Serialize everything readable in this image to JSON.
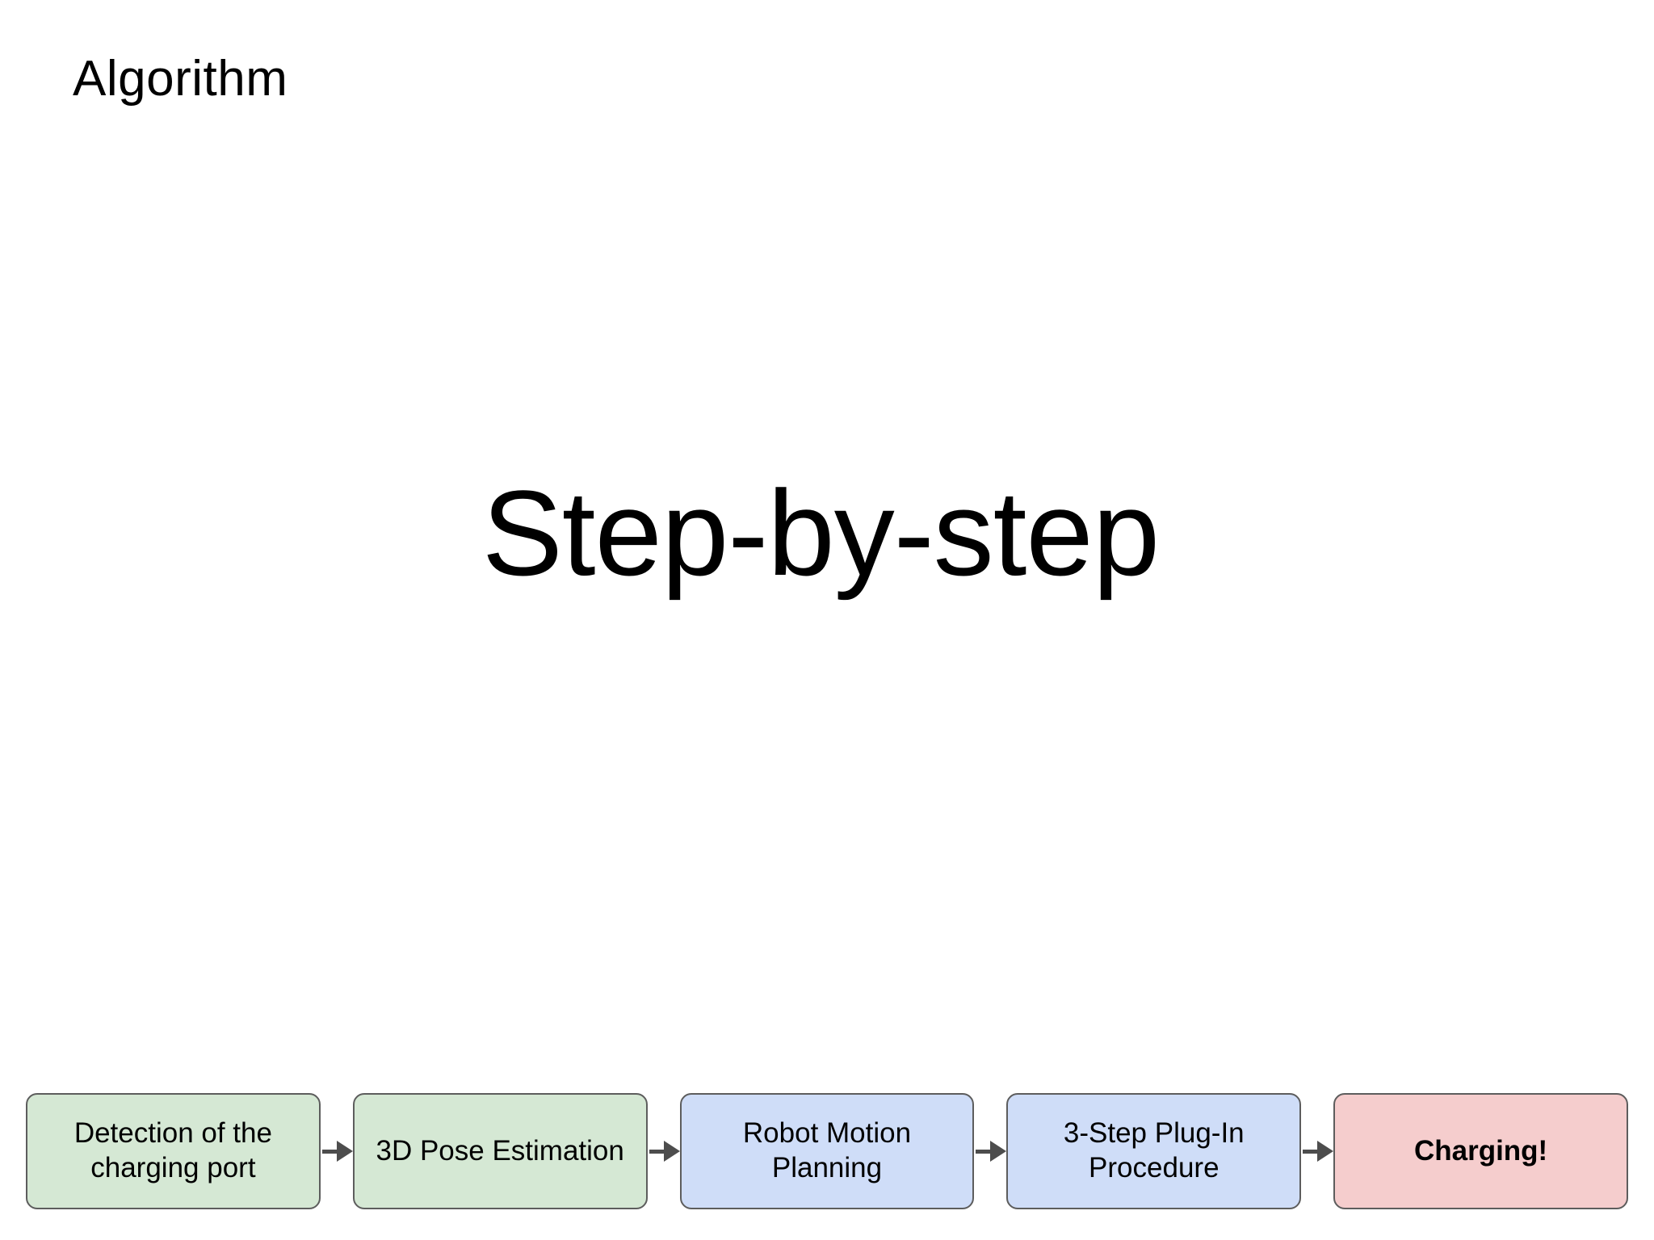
{
  "slide": {
    "title": "Algorithm",
    "heading": "Step-by-step",
    "background_color": "#ffffff",
    "text_color": "#000000"
  },
  "pipeline": {
    "arrow_color": "#4d4d4d",
    "border_color": "#5d5d5d",
    "steps": [
      {
        "label": "Detection of the charging port",
        "fill": "#d5e8d4",
        "style": "fill-green",
        "emphasis": false
      },
      {
        "label": "3D Pose Estimation",
        "fill": "#d5e8d4",
        "style": "fill-green",
        "emphasis": false
      },
      {
        "label": "Robot Motion Planning",
        "fill": "#cfddf8",
        "style": "fill-blue",
        "emphasis": false
      },
      {
        "label": "3-Step Plug-In Procedure",
        "fill": "#cfddf8",
        "style": "fill-blue",
        "emphasis": false
      },
      {
        "label": "Charging!",
        "fill": "#f5cdcd",
        "style": "fill-pink",
        "emphasis": true
      }
    ],
    "arrow_icon": "arrow-right-icon"
  }
}
